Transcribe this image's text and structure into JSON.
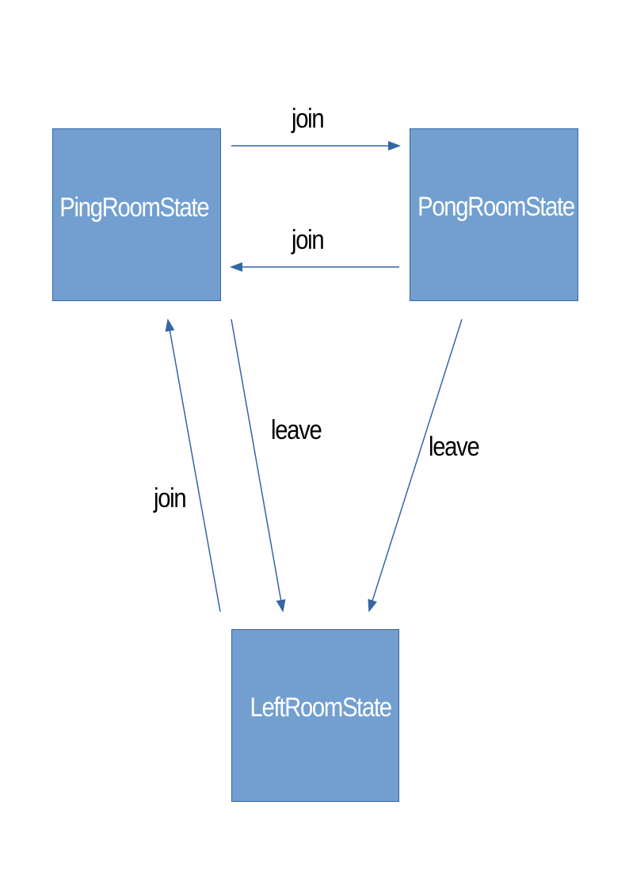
{
  "states": {
    "ping": "PingRoomState",
    "pong": "PongRoomState",
    "left": "LeftRoomState"
  },
  "transitions": {
    "ping_to_pong": "join",
    "pong_to_ping": "join",
    "left_to_ping": "join",
    "ping_to_left": "leave",
    "pong_to_left": "leave"
  },
  "colors": {
    "box_fill": "#729fcf",
    "box_border": "#3465a4",
    "arrow": "#3465a4",
    "box_text": "#ffffff",
    "label_text": "#000000"
  }
}
